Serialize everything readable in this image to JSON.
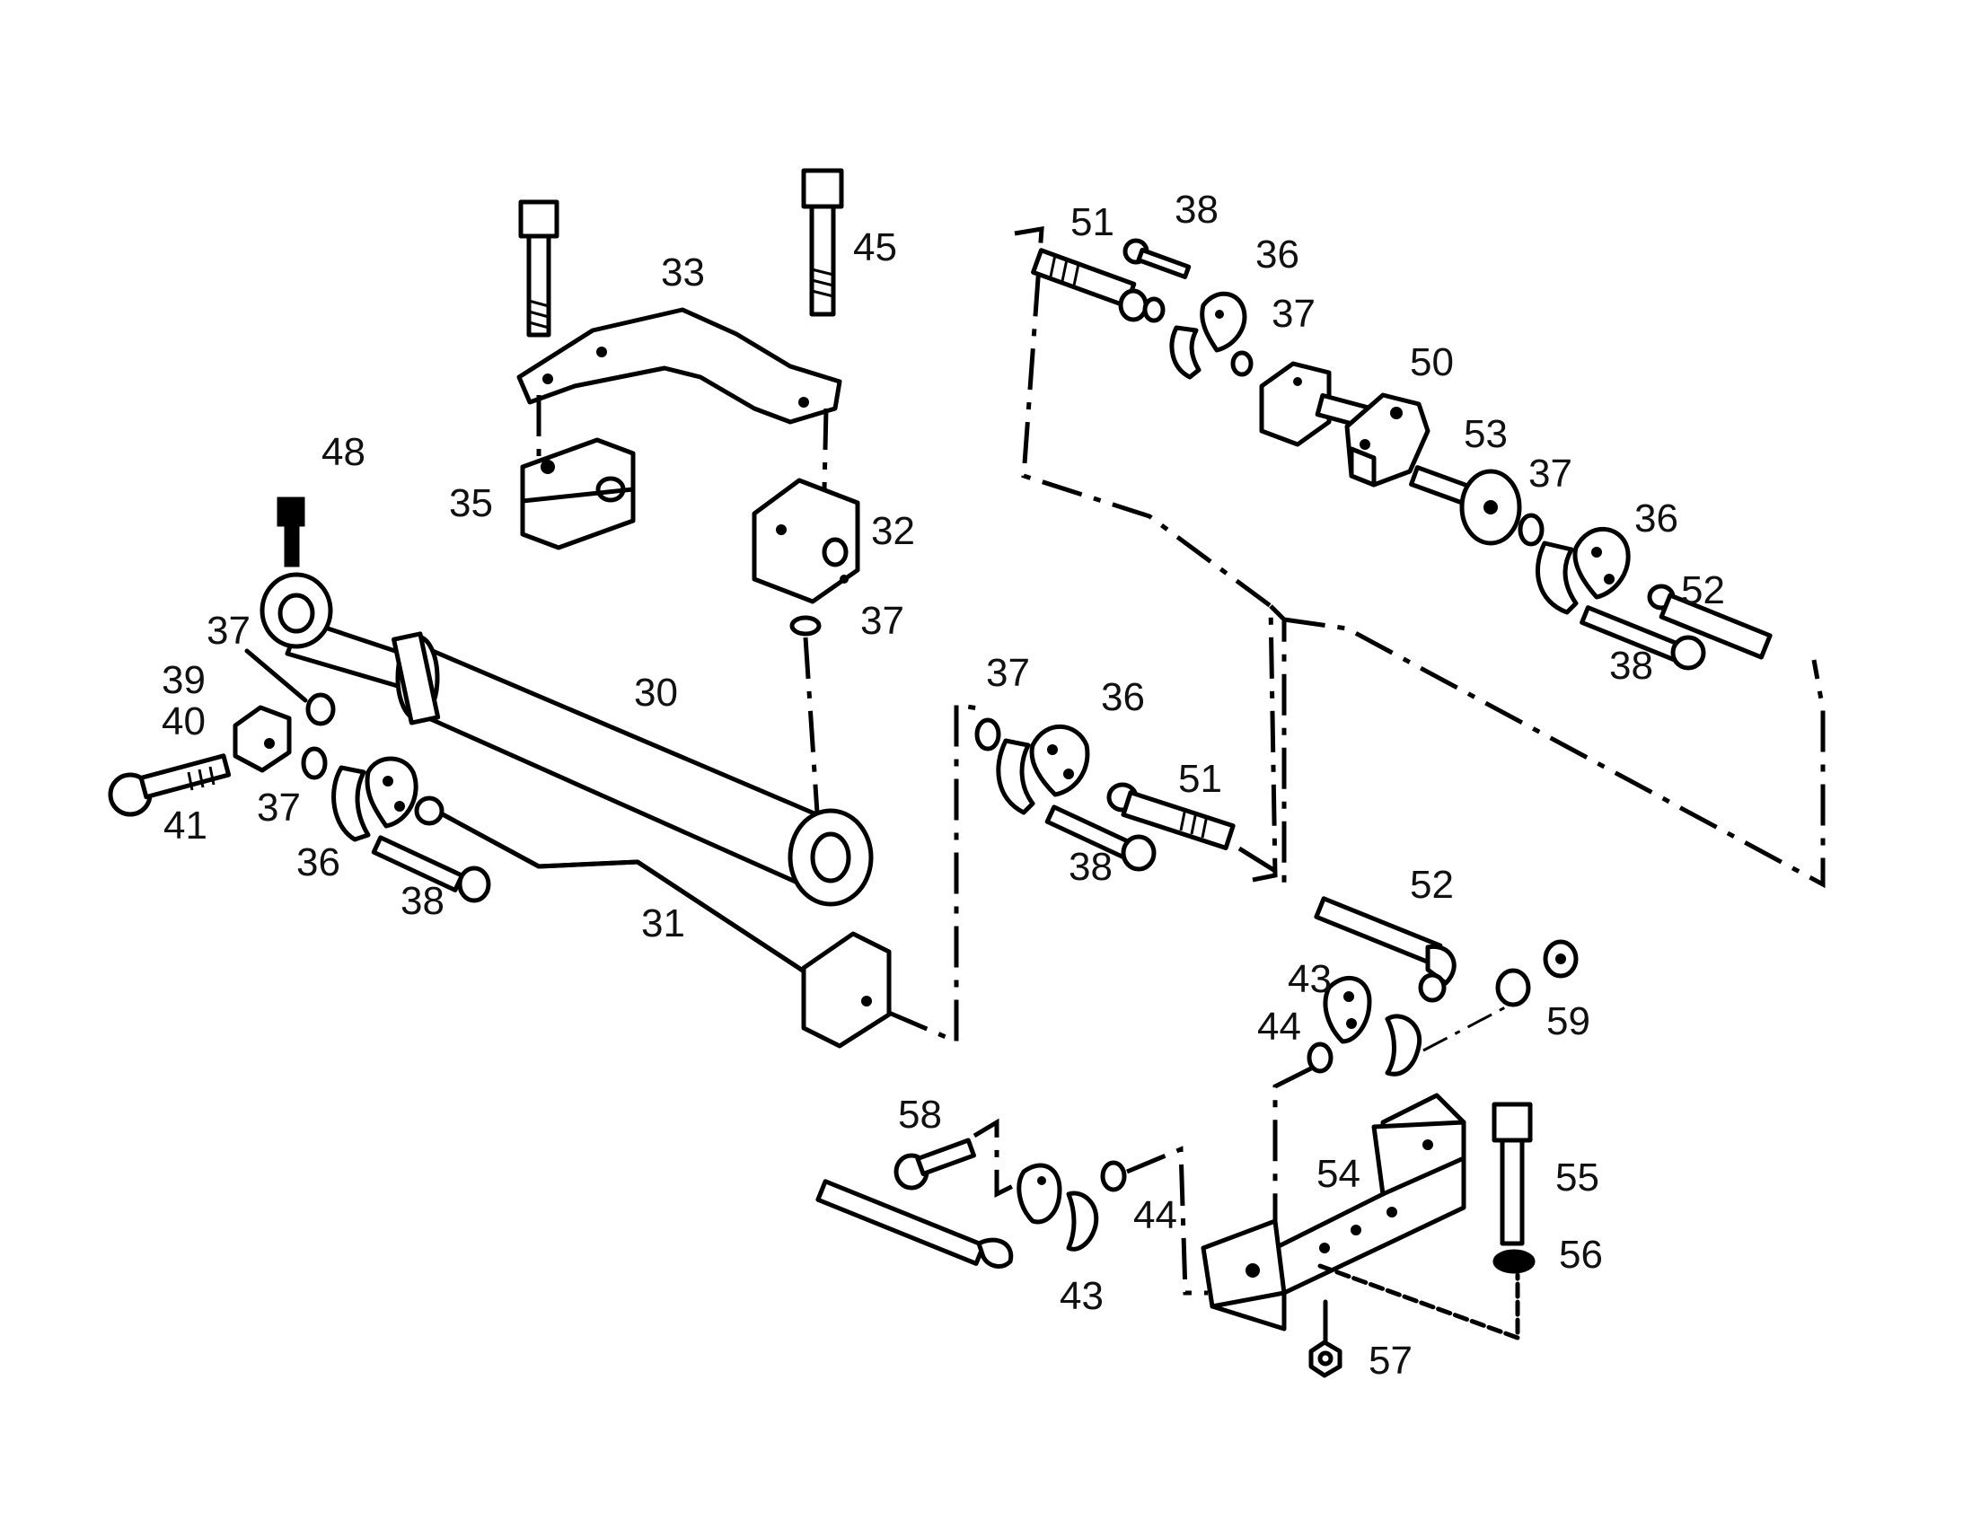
{
  "callouts": {
    "c30": "30",
    "c31": "31",
    "c32": "32",
    "c33": "33",
    "c35": "35",
    "c36a": "36",
    "c36b": "36",
    "c36c": "36",
    "c36d": "36",
    "c37a": "37",
    "c37b": "37",
    "c37c": "37",
    "c37d": "37",
    "c37e": "37",
    "c37f": "37",
    "c38a": "38",
    "c38b": "38",
    "c38c": "38",
    "c38d": "38",
    "c39": "39",
    "c40": "40",
    "c41": "41",
    "c43a": "43",
    "c43b": "43",
    "c44a": "44",
    "c44b": "44",
    "c45": "45",
    "c48": "48",
    "c50": "50",
    "c51a": "51",
    "c51b": "51",
    "c52a": "52",
    "c52b": "52",
    "c53": "53",
    "c54": "54",
    "c55": "55",
    "c56": "56",
    "c57": "57",
    "c58": "58",
    "c59": "59"
  },
  "colors": {
    "ink": "#000000",
    "background": "#ffffff"
  },
  "icons": [
    "hydraulic-cylinder-icon",
    "bolt-icon",
    "flange-half-icon",
    "o-ring-icon",
    "hose-icon",
    "bracket-icon",
    "nut-icon"
  ]
}
